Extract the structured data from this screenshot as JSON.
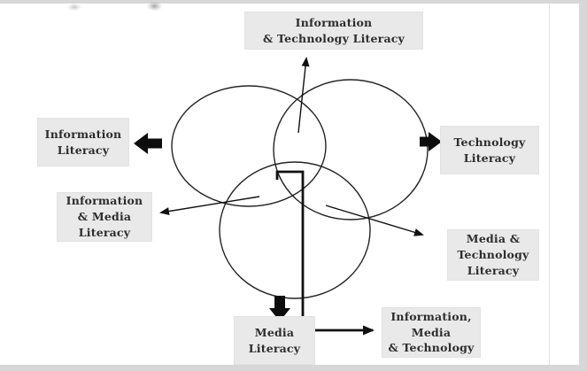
{
  "figure": {
    "description": "Venn diagram of three overlapping literacies with callout labels",
    "labels": {
      "info_tech": "Information\n& Technology Literacy",
      "information": "Information\nLiteracy",
      "technology": "Technology\nLiteracy",
      "info_media": "Information\n& Media\nLiteracy",
      "media_tech": "Media &\nTechnology\nLiteracy",
      "media": "Media\nLiteracy",
      "info_media_tech": "Information,\nMedia\n& Technology"
    },
    "circles": [
      "Information",
      "Technology",
      "Media"
    ],
    "icons": {
      "left_block_arrow": "left-block-arrow",
      "right_block_arrow": "right-block-arrow",
      "down_block_arrow": "down-block-arrow"
    },
    "colors": {
      "label_box_bg": "#e9e9e9",
      "label_text": "#2d2d2d",
      "line": "#1c1c1c",
      "frame": "#d7d7d7",
      "page_bg": "#ffffff"
    }
  }
}
